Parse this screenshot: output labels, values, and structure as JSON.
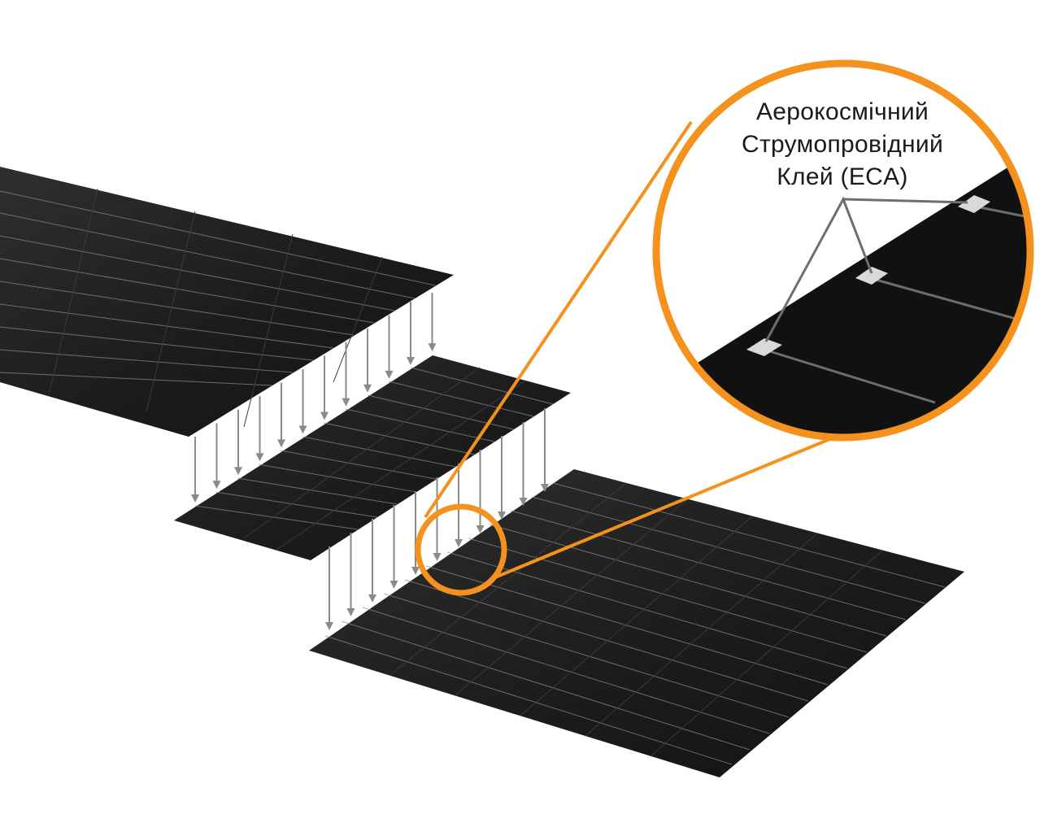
{
  "callout": {
    "label_lines": [
      "Аерокосмічний",
      "Струмопровідний",
      "Клей (ECA)"
    ]
  },
  "colors": {
    "background": "#ffffff",
    "cell": "#1b1b1b",
    "cell_highlight": "#2e2e2e",
    "busbar": "#9a9a9a",
    "arrow": "#8a8a8a",
    "accent_orange": "#f5921e",
    "leader": "#6e6e6e",
    "adhesive_pad": "#d9d9d9"
  },
  "icons": {
    "arrow": "down-arrow-icon",
    "magnifier": "zoom-circle-icon"
  }
}
